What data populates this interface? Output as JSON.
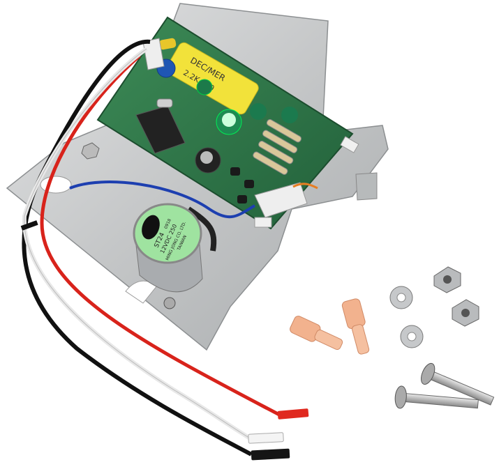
{
  "photo": {
    "capacitor_text": [
      "DEC/MER",
      "2.2K 250"
    ],
    "motor_text": [
      "ST24",
      "0918",
      "12VDC 250",
      "MING JONG CO. LTD.",
      "TAIWAN"
    ],
    "colors": {
      "plate": "#c9cbcc",
      "pcb": "#2f7a4a",
      "capacitor": "#f2e23a",
      "motor_label": "#9fe3a0",
      "wire_red": "#d8231b",
      "wire_black": "#111111",
      "wire_white": "#f4f4f4",
      "connector": "#f2b28e"
    }
  }
}
